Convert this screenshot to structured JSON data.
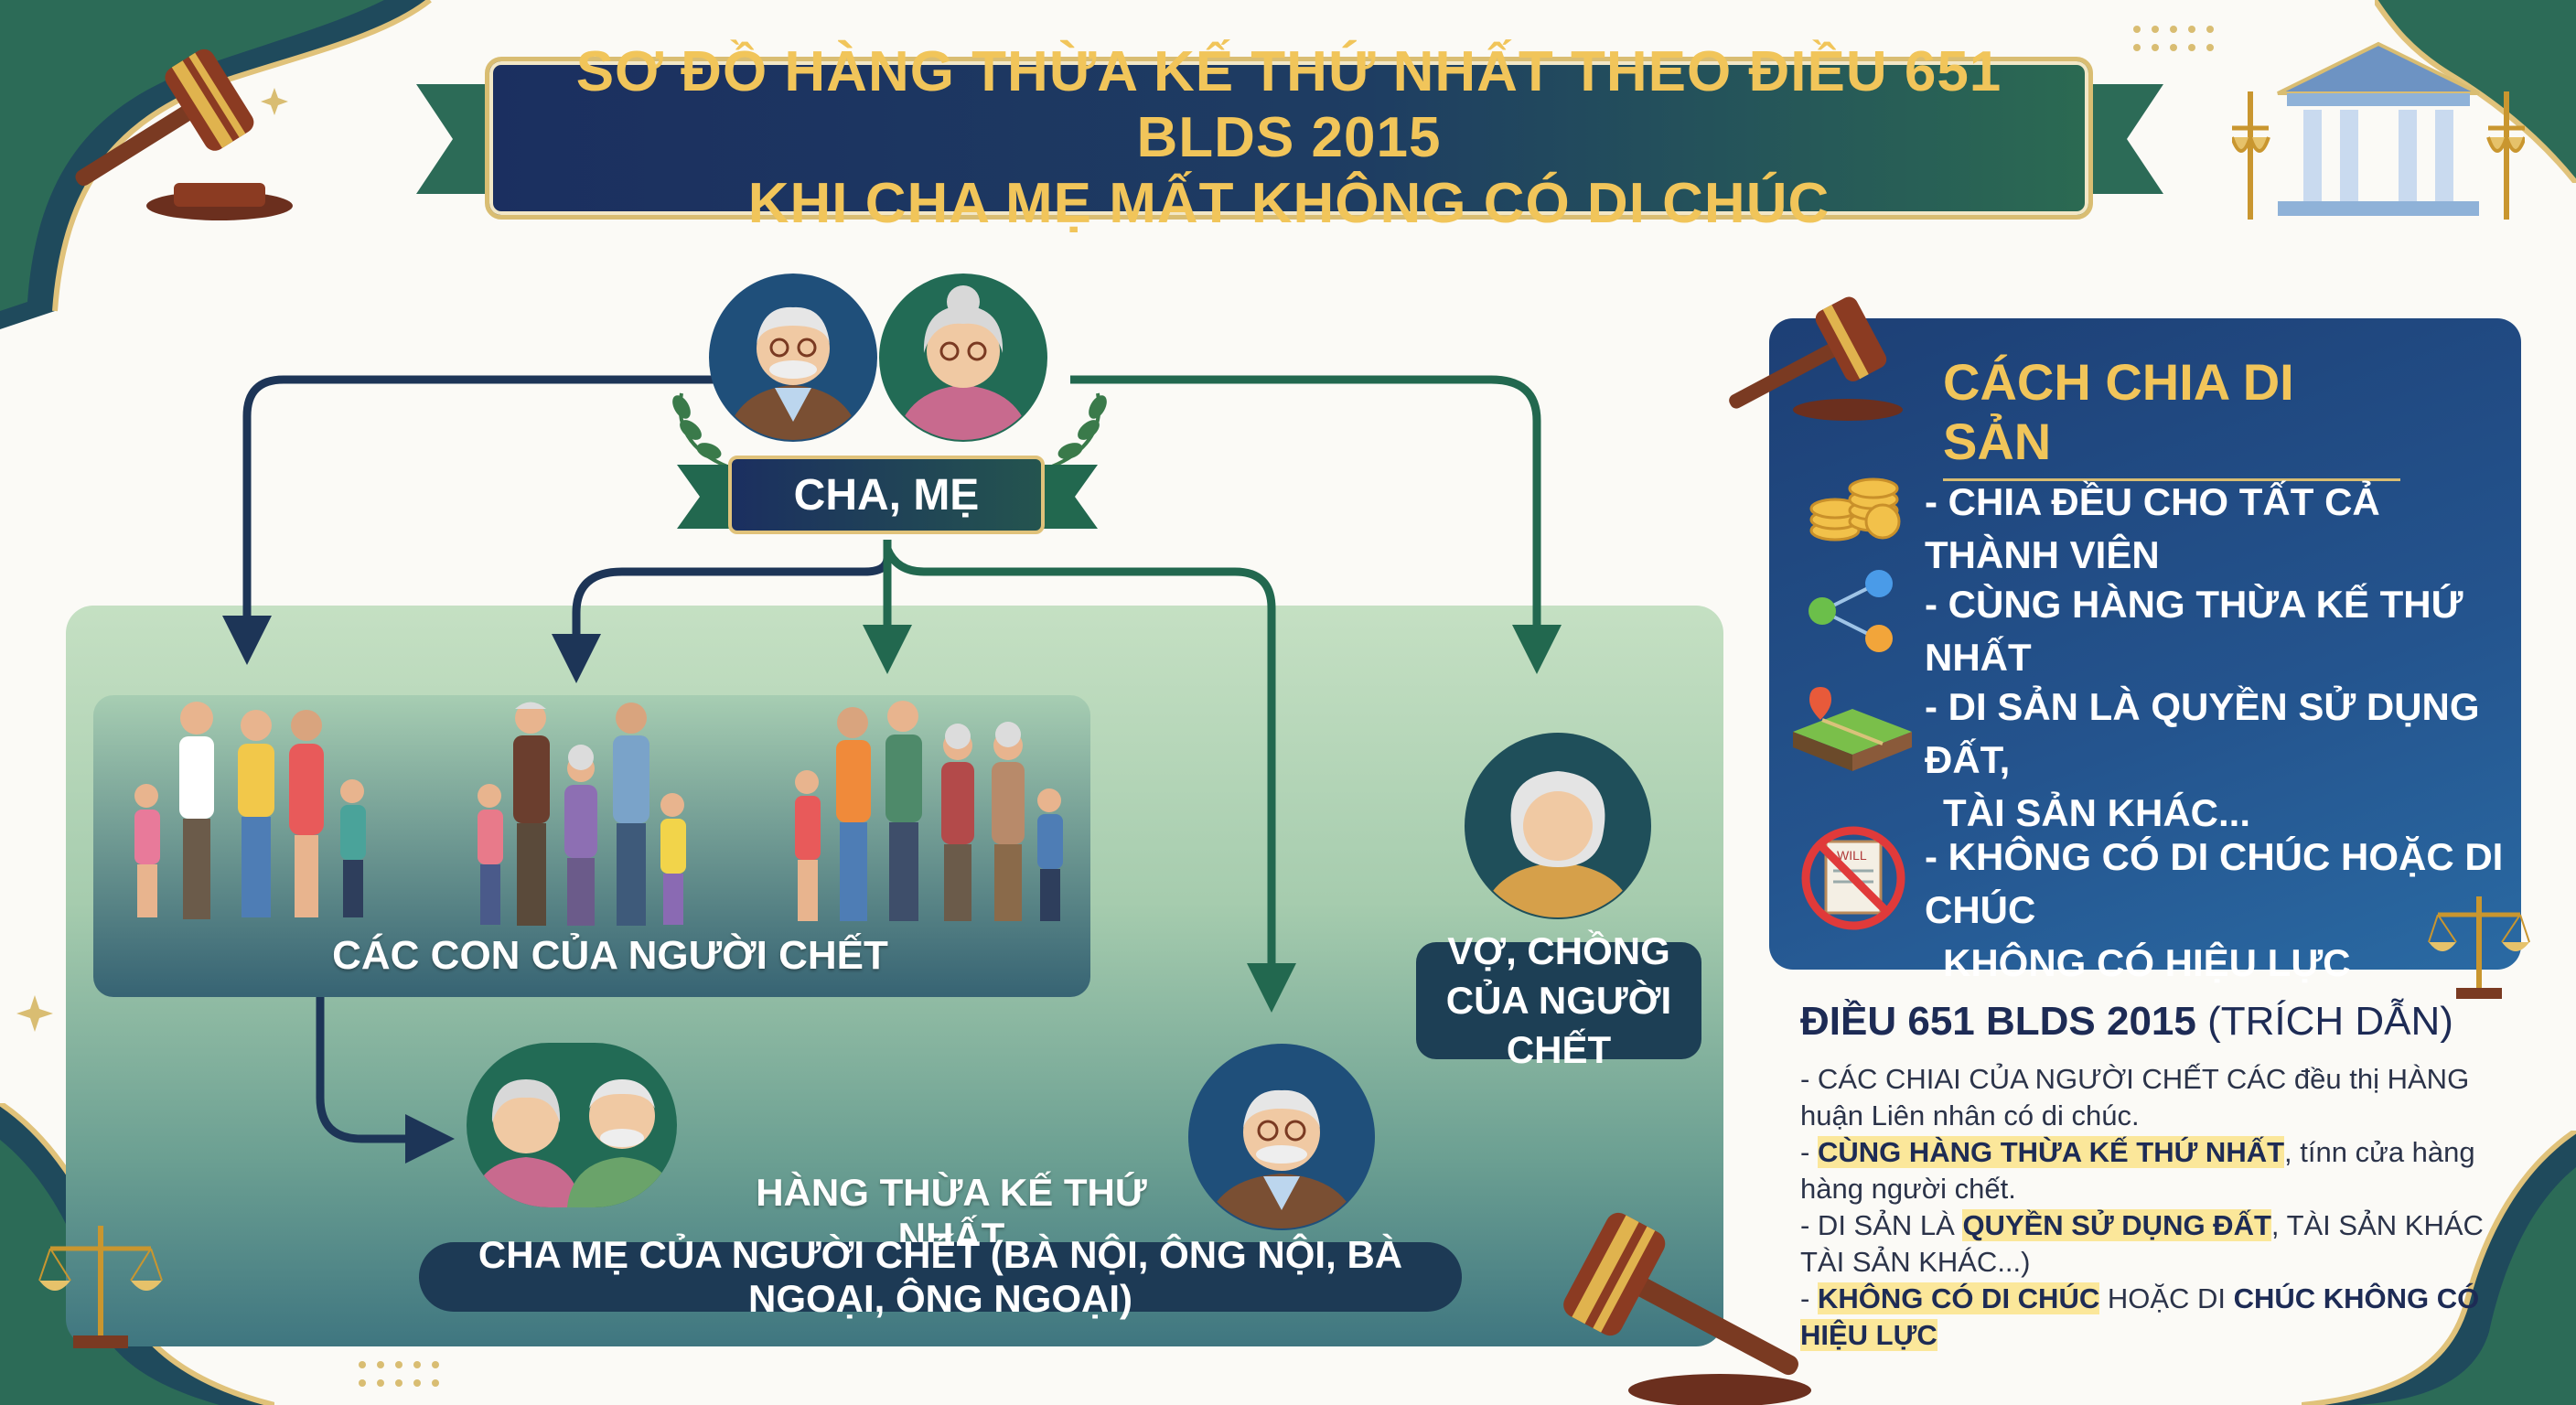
{
  "title": {
    "line1": "SƠ ĐỒ HÀNG THỪA KẾ THỨ NHẤT THEO ĐIỀU 651 BLDS 2015",
    "line2": "KHI CHA MẸ MẤT KHÔNG CÓ DI CHÚC"
  },
  "diagram": {
    "parents_label": "CHA, MẸ",
    "children_label": "CÁC CON CỦA NGƯỜI CHẾT",
    "spouse_label_line1": "VỢ, CHỒNG",
    "spouse_label_line2": "CỦA NGƯỜI CHẾT",
    "first_rank_label": "HÀNG THỪA KẾ THỨ NHẤT",
    "grandparents_label": "CHA MẸ CỦA NGƯỜI CHẾT (BÀ NỘI, ÔNG NỘI, BÀ NGOẠI, ÔNG NGOẠI)"
  },
  "division": {
    "title": "CÁCH CHIA DI SẢN",
    "items": [
      {
        "icon": "coins-icon",
        "line1": "- CHIA ĐỀU CHO TẤT CẢ THÀNH VIÊN",
        "line2": ""
      },
      {
        "icon": "network-icon",
        "line1": "- CÙNG HÀNG THỪA KẾ THỨ NHẤT",
        "line2": ""
      },
      {
        "icon": "land-map-icon",
        "line1": "- DI SẢN LÀ QUYỀN SỬ DỤNG ĐẤT,",
        "line2": "TÀI SẢN KHÁC..."
      },
      {
        "icon": "no-will-icon",
        "line1": "- KHÔNG CÓ DI CHÚC HOẶC DI CHÚC",
        "line2": "KHÔNG CÓ HIỆU LỰC"
      }
    ],
    "will_icon_text": "WILL"
  },
  "article": {
    "title_bold": "ĐIỀU 651 BLDS 2015",
    "title_rest": " (TRÍCH DẪN)",
    "p1": "- CÁC CHIAI CỦA NGƯỜI CHẾT CÁC đều thị HÀNG huận Liên nhân có di chúc.",
    "p2_prefix": "- ",
    "p2_highlight": "CÙNG HÀNG THỪA KẾ THỨ NHẤT",
    "p2_rest": ", tínn cửa hàng hàng người chết.",
    "p3_prefix": "- DI SẢN LÀ ",
    "p3_highlight": "QUYỀN SỬ DỤNG ĐẤT",
    "p3_rest": ", TÀI SẢN KHÁC TÀI SẢN KHÁC...)",
    "p4_prefix": "- ",
    "p4_highlight1": "KHÔNG CÓ DI CHÚC",
    "p4_mid1": " HOẶC DI ",
    "p4_bold": "CHÚC KHÔNG CÓ",
    "p4_highlight2": "HIỆU LỰC"
  },
  "colors": {
    "navy": "#1b2f60",
    "green": "#2b6a52",
    "gold": "#f1c55a",
    "panel_blue": "#24548e"
  }
}
